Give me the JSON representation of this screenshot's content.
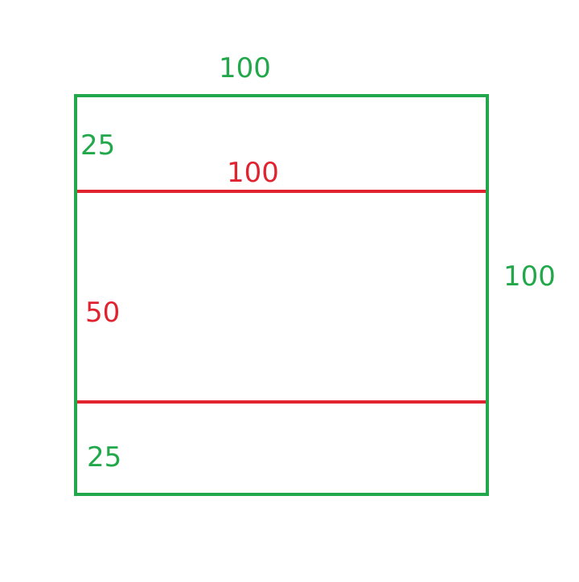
{
  "colors": {
    "outer": "#22a84a",
    "divider": "#e0232e",
    "background": "#ffffff"
  },
  "diagram": {
    "outer_square": {
      "top_label": "100",
      "right_label": "100"
    },
    "sections": [
      {
        "id": "top",
        "height_label": "25",
        "label_color": "outer"
      },
      {
        "id": "middle",
        "height_label": "50",
        "label_color": "divider"
      },
      {
        "id": "bottom",
        "height_label": "25",
        "label_color": "outer"
      }
    ],
    "upper_divider_label": "100"
  }
}
